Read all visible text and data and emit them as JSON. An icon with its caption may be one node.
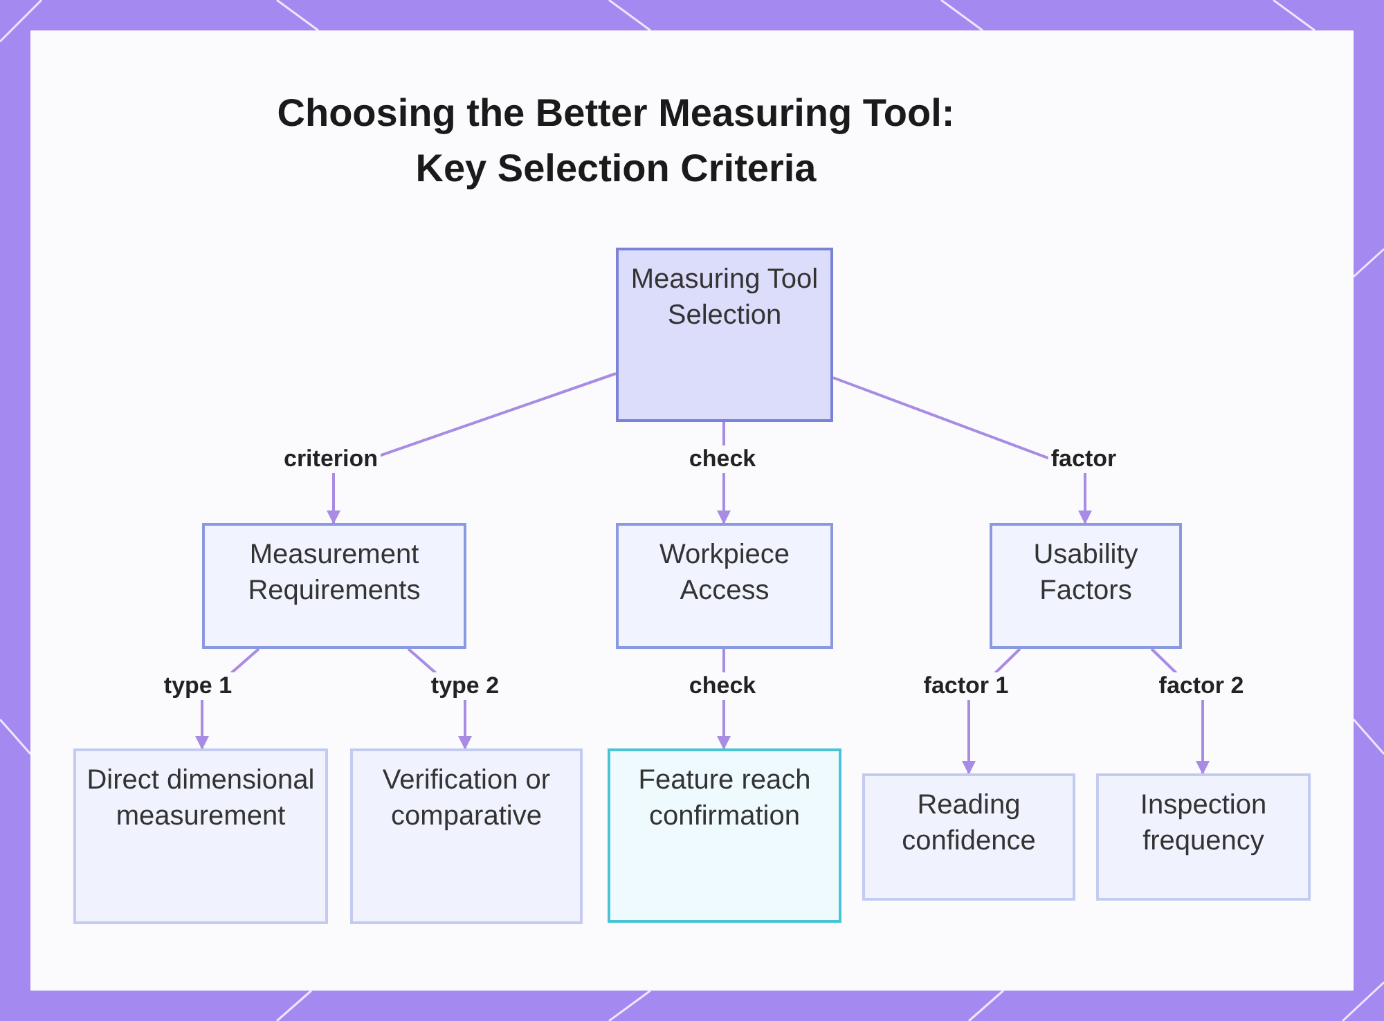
{
  "diagram": {
    "title": "Choosing the Better Measuring Tool: Key Selection Criteria",
    "nodes": [
      {
        "text": [
          "Measuring Tool Selection"
        ]
      },
      {
        "text": [
          "Measurement Requirements"
        ]
      },
      {
        "text": [
          "Workpiece Access"
        ]
      },
      {
        "text": [
          "Usability Factors"
        ]
      },
      {
        "text": [
          "Direct dimensional measurement"
        ]
      },
      {
        "text": [
          "Verification or comparative"
        ]
      },
      {
        "text": [
          "Feature reach confirmation"
        ]
      },
      {
        "text": [
          "Reading confidence"
        ]
      },
      {
        "text": [
          "Inspection frequency"
        ]
      }
    ],
    "edges": [
      {
        "from": 0,
        "to": 1,
        "arrow": "to",
        "label": "criterion"
      },
      {
        "from": 0,
        "to": 2,
        "arrow": "to",
        "label": "check"
      },
      {
        "from": 0,
        "to": 3,
        "arrow": "to",
        "label": "factor"
      },
      {
        "from": 1,
        "to": 4,
        "arrow": "to",
        "label": "type 1"
      },
      {
        "from": 1,
        "to": 5,
        "arrow": "to",
        "label": "type 2"
      },
      {
        "from": 2,
        "to": 6,
        "arrow": "to",
        "label": "check"
      },
      {
        "from": 3,
        "to": 7,
        "arrow": "to",
        "label": "factor 1"
      },
      {
        "from": 3,
        "to": 8,
        "arrow": "to",
        "label": "factor 2"
      }
    ]
  }
}
